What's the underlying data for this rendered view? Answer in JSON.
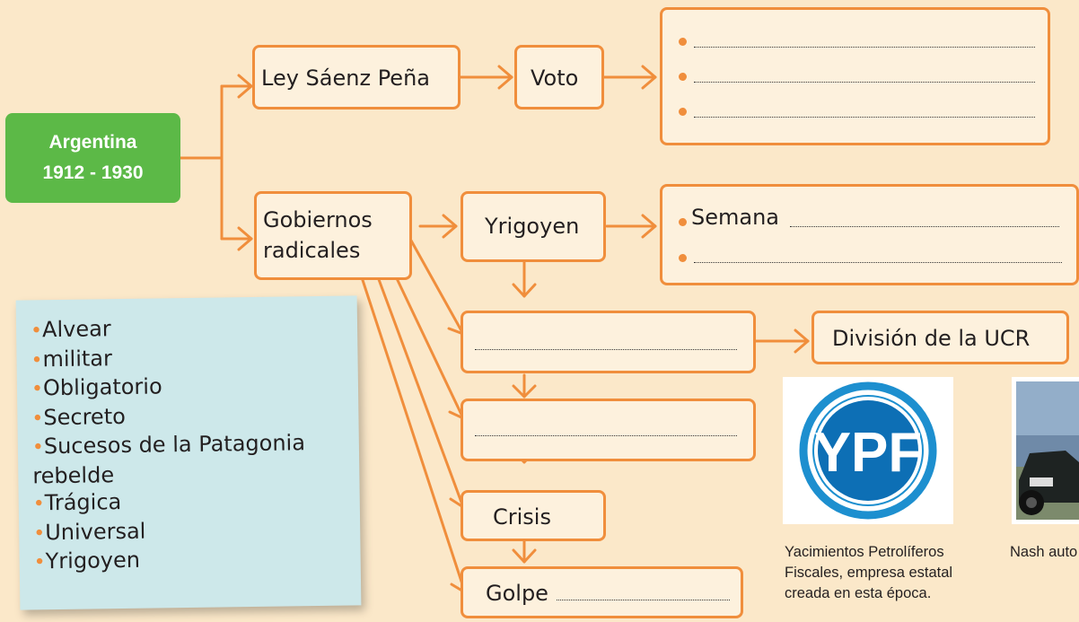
{
  "title_box": {
    "line1": "Argentina",
    "line2": "1912 - 1930"
  },
  "nodes": {
    "ley": "Ley Sáenz Peña",
    "voto": "Voto",
    "gobiernos_line1": "Gobiernos",
    "gobiernos_line2": "radicales",
    "yrigoyen": "Yrigoyen",
    "semana": "Semana",
    "division": "División de la UCR",
    "crisis": "Crisis",
    "golpe": "Golpe"
  },
  "word_bank": [
    "Alvear",
    "militar",
    "Obligatorio",
    "Secreto",
    "Sucesos de la Patagonia",
    "rebelde",
    "Trágica",
    "Universal",
    "Yrigoyen"
  ],
  "photos": {
    "ypf_logo_text": "YPF",
    "ypf_caption": [
      "Yacimientos Petrolíferos",
      "Fiscales, empresa estatal",
      "creada en esta época."
    ],
    "car_caption": "Nash auto"
  },
  "colors": {
    "accent": "#f08e3c",
    "green": "#5cb947",
    "note": "#cde8ea",
    "background": "#fbe8c9"
  }
}
